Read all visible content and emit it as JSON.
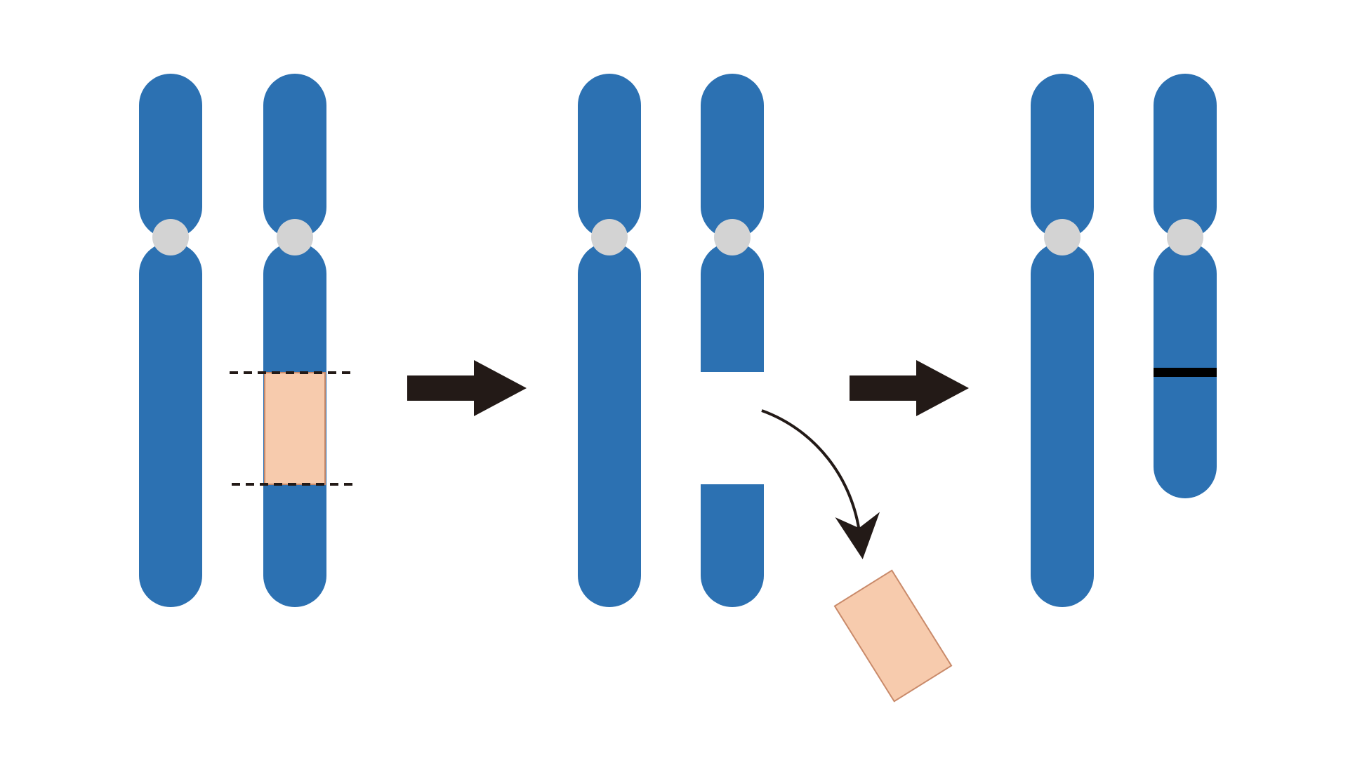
{
  "diagram": {
    "description_free": true,
    "stages": [
      {
        "id": "stage-1",
        "chromosomes": [
          "normal",
          "normal-with-marked-segment"
        ]
      },
      {
        "id": "stage-2",
        "chromosomes": [
          "normal",
          "broken-segment-removed"
        ]
      },
      {
        "id": "stage-3",
        "chromosomes": [
          "normal",
          "deleted-rejoined"
        ]
      }
    ],
    "colors": {
      "chromosome": "#2c71b2",
      "centromere": "#d3d3d3",
      "deleted_segment": "#f7cbad",
      "deleted_segment_border": "#c98a6a",
      "arrow": "#231a17",
      "join_mark": "#000000",
      "background": "#ffffff"
    },
    "icons": [
      "right-arrow-icon",
      "curved-arrow-icon"
    ]
  }
}
